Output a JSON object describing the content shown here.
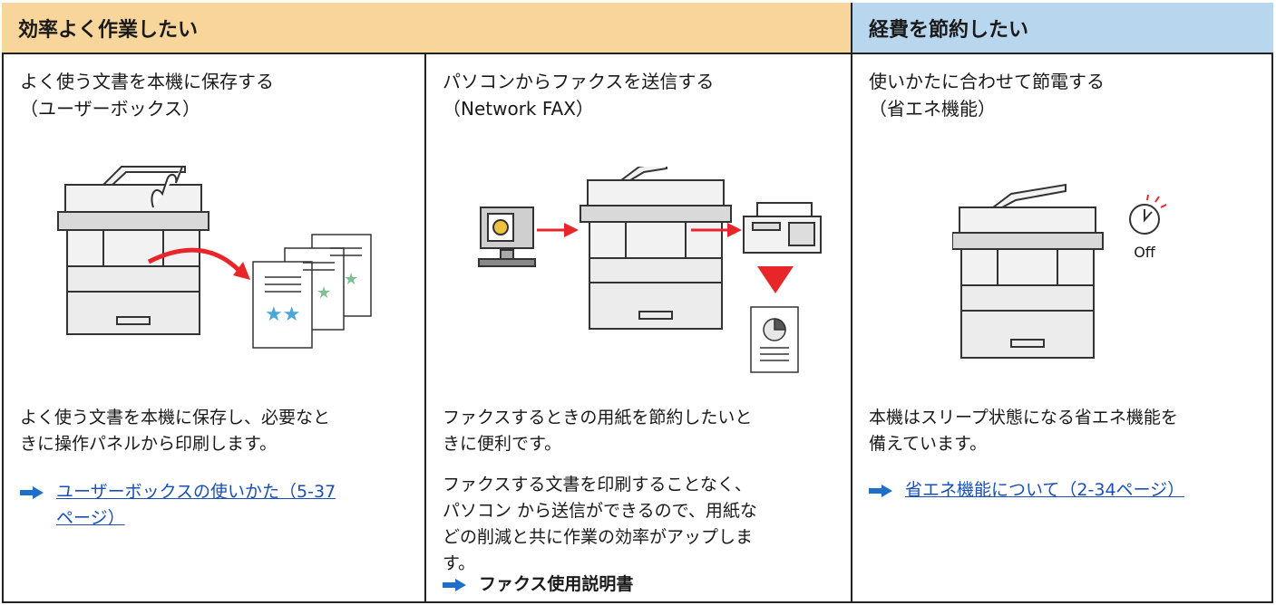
{
  "header": {
    "left": "効率よく作業したい",
    "right": "経費を節約したい"
  },
  "columns": [
    {
      "title_line1": "よく使う文書を本機に保存する",
      "title_line2": "（ユーザーボックス）",
      "desc_line1": "よく使う文書を本機に保存し、必要なと",
      "desc_line2": "きに操作パネルから印刷します。",
      "link_line1": "ユーザーボックスの使いかた（5-37",
      "link_line2": "ページ）"
    },
    {
      "title_line1": "パソコンからファクスを送信する",
      "title_line2": "（Network FAX）",
      "desc_line1": "ファクスするときの用紙を節約したいと",
      "desc_line2": "きに便利です。",
      "desc2_line1": "ファクスする文書を印刷することなく、",
      "desc2_line2": "パソコン から送信ができるので、用紙な",
      "desc2_line3": "どの削減と共に作業の効率がアップしま",
      "desc2_line4": "す。",
      "link_line1": "ファクス使用説明書"
    },
    {
      "title_line1": "使いかたに合わせて節電する",
      "title_line2": "（省エネ機能）",
      "desc_line1": "本機はスリープ状態になる省エネ機能を",
      "desc_line2": "備えています。",
      "link_line1": "省エネ機能について（2-34ページ）",
      "timer_label": "Off"
    }
  ],
  "colors": {
    "header_left": "#f8d59b",
    "header_right": "#b9d6ef",
    "arrow": "#1f6fc8",
    "flow_arrow": "#e8262a",
    "link": "#1a4fb3"
  },
  "icons": [
    "arrow-bullet-icon",
    "mfp-printer-icon",
    "hand-icon",
    "document-star-icon",
    "pc-icon",
    "fax-machine-icon",
    "pie-document-icon",
    "timer-icon"
  ]
}
